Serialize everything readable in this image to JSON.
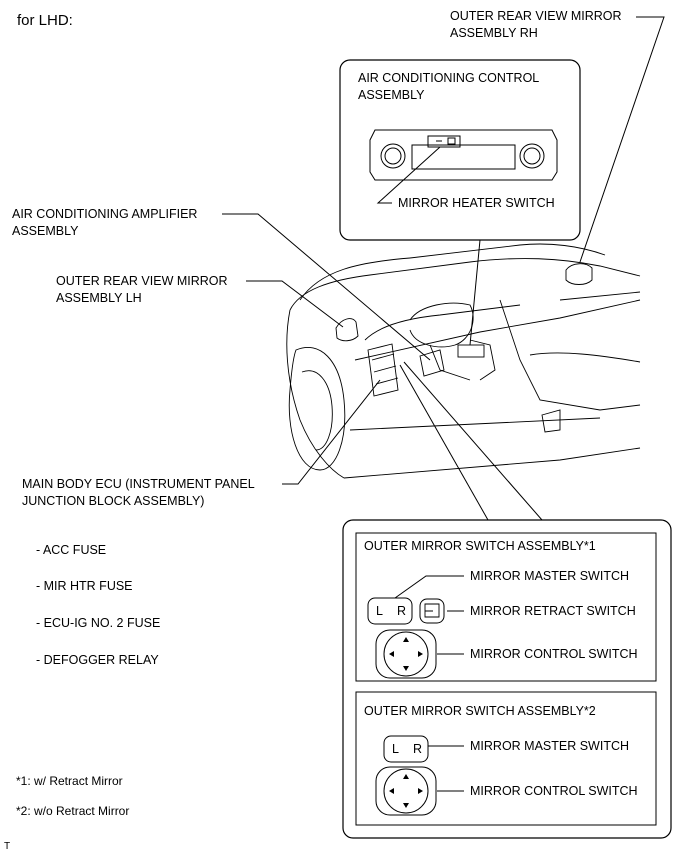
{
  "header": {
    "variant": "for LHD:"
  },
  "labels": {
    "mirror_rh": [
      "OUTER REAR VIEW MIRROR",
      "ASSEMBLY RH"
    ],
    "ac_control": [
      "AIR CONDITIONING CONTROL",
      "ASSEMBLY"
    ],
    "mirror_heater_switch": "MIRROR HEATER SWITCH",
    "ac_amplifier": [
      "AIR CONDITIONING AMPLIFIER",
      "ASSEMBLY"
    ],
    "mirror_lh": [
      "OUTER REAR VIEW MIRROR",
      "ASSEMBLY LH"
    ],
    "main_body_ecu": [
      "MAIN BODY ECU (INSTRUMENT PANEL",
      "JUNCTION BLOCK ASSEMBLY)"
    ]
  },
  "fuse_list": [
    "- ACC FUSE",
    "- MIR HTR FUSE",
    "- ECU-IG NO. 2 FUSE",
    "- DEFOGGER RELAY"
  ],
  "switch_box_1": {
    "title": "OUTER MIRROR SWITCH ASSEMBLY*1",
    "items": [
      "MIRROR MASTER SWITCH",
      "MIRROR RETRACT SWITCH",
      "MIRROR CONTROL SWITCH"
    ]
  },
  "switch_box_2": {
    "title": "OUTER MIRROR SWITCH ASSEMBLY*2",
    "items": [
      "MIRROR MASTER SWITCH",
      "MIRROR CONTROL SWITCH"
    ]
  },
  "switch_letters": {
    "left": "L",
    "right": "R"
  },
  "footnotes": [
    "*1: w/ Retract Mirror",
    "*2: w/o Retract Mirror"
  ],
  "corner_mark": "T"
}
